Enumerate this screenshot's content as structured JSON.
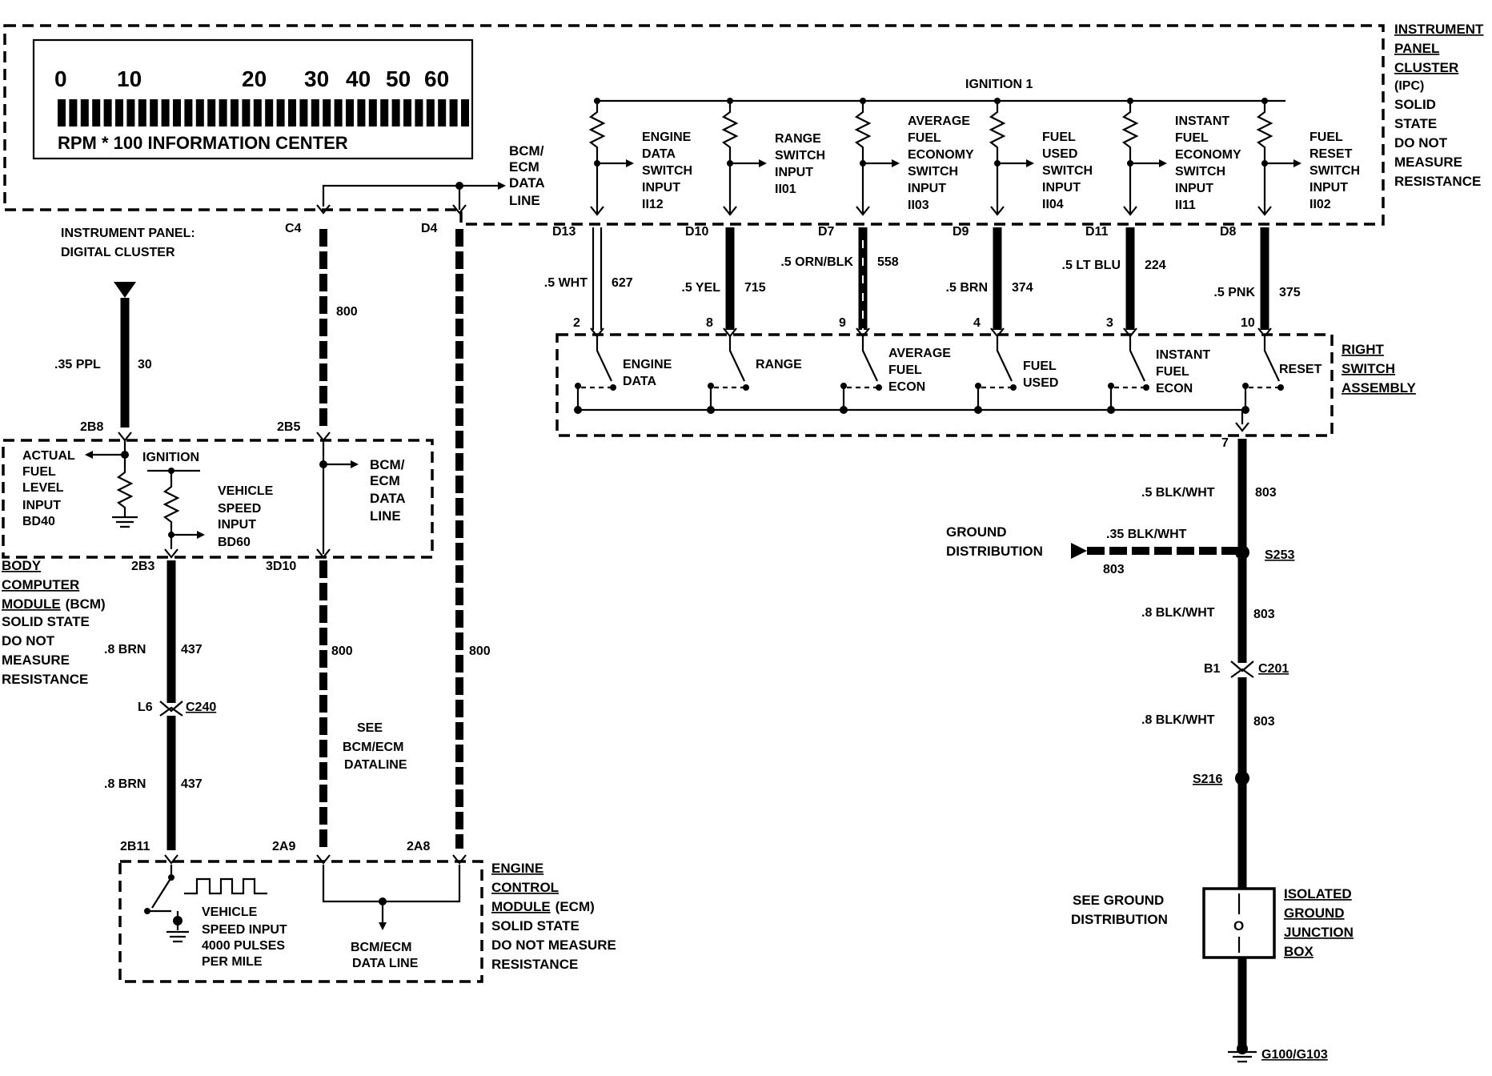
{
  "ipc": {
    "gauge_ticks": [
      "0",
      "10",
      "20",
      "30",
      "40",
      "50",
      "60"
    ],
    "gauge_caption": "RPM * 100  INFORMATION CENTER",
    "side_label": [
      "INSTRUMENT",
      "PANEL",
      "CLUSTER",
      "(IPC)",
      "SOLID",
      "STATE",
      "DO NOT",
      "MEASURE",
      "RESISTANCE"
    ],
    "bcm_ecm_line": [
      "BCM/",
      "ECM",
      "DATA",
      "LINE"
    ],
    "ignition_label": "IGNITION 1",
    "panel_label": [
      "INSTRUMENT PANEL:",
      "DIGITAL CLUSTER"
    ],
    "inputs": [
      {
        "lines": [
          "ENGINE",
          "DATA",
          "SWITCH",
          "INPUT",
          "II12"
        ],
        "pin": "D13",
        "gauge": ".5 WHT",
        "circuit": "627",
        "sw_pin": "2"
      },
      {
        "lines": [
          "RANGE",
          "SWITCH",
          "INPUT",
          "II01"
        ],
        "pin": "D10",
        "gauge": ".5 YEL",
        "circuit": "715",
        "sw_pin": "8"
      },
      {
        "lines": [
          "AVERAGE",
          "FUEL",
          "ECONOMY",
          "SWITCH",
          "INPUT",
          "II03"
        ],
        "pin": "D7",
        "gauge": ".5 ORN/BLK",
        "circuit": "558",
        "sw_pin": "9"
      },
      {
        "lines": [
          "FUEL",
          "USED",
          "SWITCH",
          "INPUT",
          "II04"
        ],
        "pin": "D9",
        "gauge": ".5 BRN",
        "circuit": "374",
        "sw_pin": "4"
      },
      {
        "lines": [
          "INSTANT",
          "FUEL",
          "ECONOMY",
          "SWITCH",
          "INPUT",
          "II11"
        ],
        "pin": "D11",
        "gauge": ".5 LT BLU",
        "circuit": "224",
        "sw_pin": "3"
      },
      {
        "lines": [
          "FUEL",
          "RESET",
          "SWITCH",
          "INPUT",
          "II02"
        ],
        "pin": "D8",
        "gauge": ".5 PNK",
        "circuit": "375",
        "sw_pin": "10"
      }
    ],
    "pins_left": {
      "c4": "C4",
      "d4": "D4"
    }
  },
  "switch_assembly": {
    "switches": [
      [
        "ENGINE",
        "DATA"
      ],
      [
        "RANGE"
      ],
      [
        "AVERAGE",
        "FUEL",
        "ECON"
      ],
      [
        "FUEL",
        "USED"
      ],
      [
        "INSTANT",
        "FUEL",
        "ECON"
      ],
      [
        "RESET"
      ]
    ],
    "label": [
      "RIGHT",
      "SWITCH",
      "ASSEMBLY"
    ],
    "out_pin": "7"
  },
  "ground_path": {
    "seg1": {
      "gauge": ".5 BLK/WHT",
      "circuit": "803"
    },
    "distribution": [
      "GROUND",
      "DISTRIBUTION"
    ],
    "branch_gauge": ".35 BLK/WHT",
    "branch_circuit": "803",
    "splice1": "S253",
    "seg2": {
      "gauge": ".8 BLK/WHT",
      "circuit": "803"
    },
    "connector_pin": "B1",
    "connector": "C201",
    "seg3": {
      "gauge": ".8 BLK/WHT",
      "circuit": "803"
    },
    "splice2": "S216",
    "see_ground": [
      "SEE GROUND",
      "DISTRIBUTION"
    ],
    "junction_label": [
      "ISOLATED",
      "GROUND",
      "JUNCTION",
      "BOX"
    ],
    "junction_symbol": "O",
    "ground": "G100/G103"
  },
  "bcm": {
    "fuel_wire": {
      "gauge": ".35 PPL",
      "circuit": "30"
    },
    "pin_2b8": "2B8",
    "pin_2b5": "2B5",
    "circuit_800": "800",
    "fuel_level": [
      "ACTUAL",
      "FUEL",
      "LEVEL",
      "INPUT",
      "BD40"
    ],
    "ignition": "IGNITION",
    "speed": [
      "VEHICLE",
      "SPEED",
      "INPUT",
      "BD60"
    ],
    "data_line": [
      "BCM/",
      "ECM",
      "DATA",
      "LINE"
    ],
    "label_u": [
      "BODY",
      "COMPUTER",
      "MODULE"
    ],
    "label_u_suffix": "(BCM)",
    "label_rest": [
      "SOLID STATE",
      "DO NOT",
      "MEASURE",
      "RESISTANCE"
    ],
    "pin_2b3": "2B3",
    "pin_3d10": "3D10"
  },
  "lower": {
    "brn1": {
      "gauge": ".8 BRN",
      "circuit": "437"
    },
    "pin_l6": "L6",
    "c240": "C240",
    "brn2": {
      "gauge": ".8 BRN",
      "circuit": "437"
    },
    "circuit_800a": "800",
    "circuit_800b": "800",
    "see": [
      "SEE",
      "BCM/ECM",
      "DATALINE"
    ],
    "pin_2b11": "2B11",
    "pin_2a9": "2A9",
    "pin_2a8": "2A8"
  },
  "ecm": {
    "speed": [
      "VEHICLE",
      "SPEED INPUT",
      "4000 PULSES",
      "PER MILE"
    ],
    "data_line": [
      "BCM/ECM",
      "DATA LINE"
    ],
    "label_u": [
      "ENGINE",
      "CONTROL",
      "MODULE"
    ],
    "label_u_suffix": "(ECM)",
    "label_rest": [
      "SOLID STATE",
      "DO NOT MEASURE",
      "RESISTANCE"
    ]
  }
}
